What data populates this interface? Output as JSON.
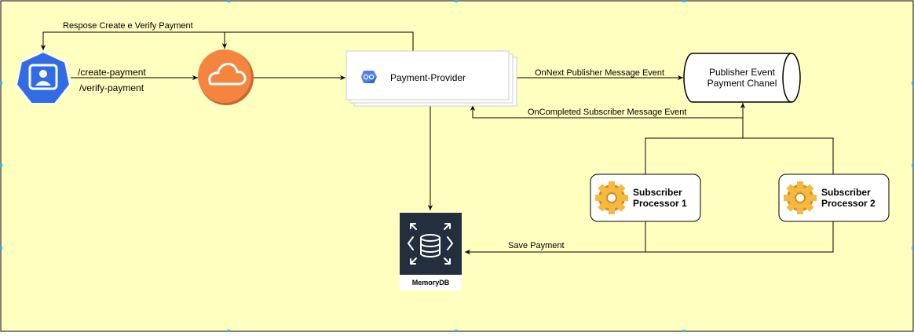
{
  "colors": {
    "background": "#ffffc0",
    "user_icon": "#326ce5",
    "cloud_icon": "#f5843f",
    "provider_icon": "#4f80e8",
    "memorydb_tile": "#232f3e",
    "gear": "#f5b940"
  },
  "nodes": {
    "user": {
      "icon": "user-badge-icon"
    },
    "gateway": {
      "icon": "cloud-icon"
    },
    "provider": {
      "label": "Payment-Provider",
      "icon": "payment-provider-icon"
    },
    "channel": {
      "line1": "Publisher Event",
      "line2": "Payment Chanel"
    },
    "subscriber1": {
      "line1": "Subscriber",
      "line2": "Processor 1",
      "icon": "gear-icon"
    },
    "subscriber2": {
      "line1": "Subscriber",
      "line2": "Processor 2",
      "icon": "gear-icon"
    },
    "memorydb": {
      "label": "MemoryDB",
      "icon": "database-icon"
    }
  },
  "edges": {
    "response": "Respose Create e Verify Payment",
    "create": "/create-payment",
    "verify": "/verify-payment",
    "onnext": "OnNext Publisher Message Event",
    "oncompleted": "OnCompleted Subscriber Message Event",
    "save": "Save Payment"
  }
}
